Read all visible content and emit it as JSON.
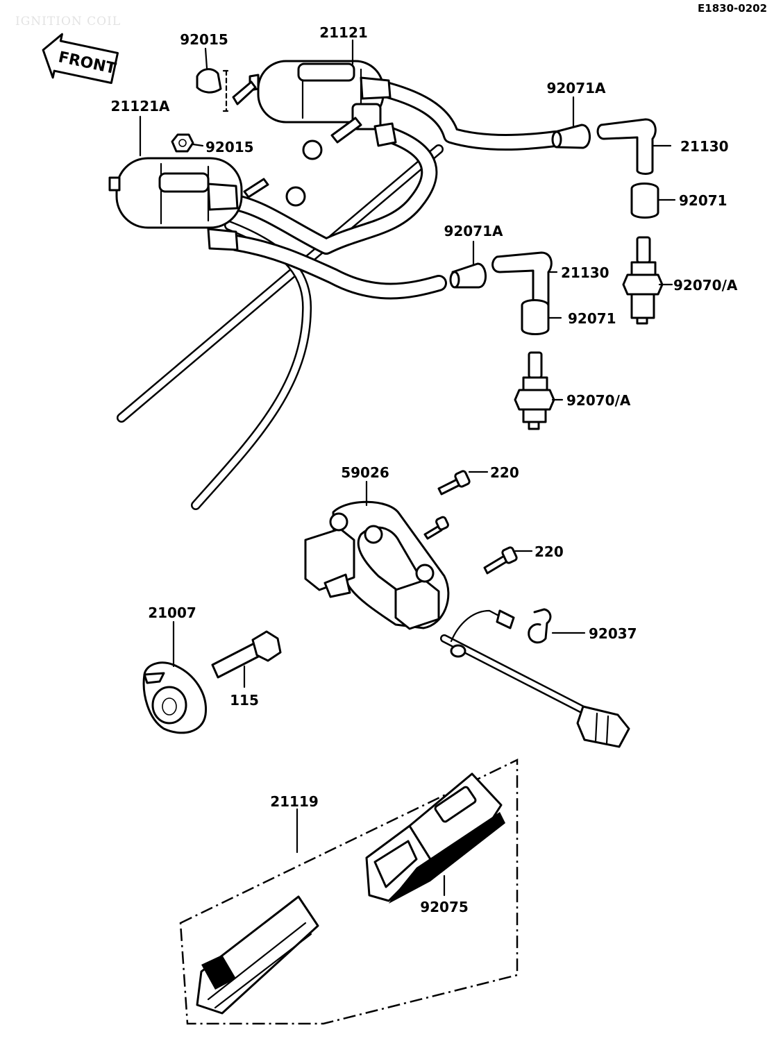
{
  "diagram": {
    "watermark": "IGNITION COIL",
    "diagram_code": "E1830-0202",
    "front_label": "FRONT",
    "parts": {
      "coil_rear": "21121",
      "coil_front": "21121A",
      "cap_nut_top": "92015",
      "cap_nut_left": "92015",
      "boot_upper": "92071A",
      "plug_cap_upper": "21130",
      "seal_upper": "92071",
      "plug_upper": "92070/A",
      "boot_lower": "92071A",
      "plug_cap_lower": "21130",
      "seal_lower": "92071",
      "plug_lower": "92070/A",
      "pickup_assembly": "59026",
      "screw_upper": "220",
      "screw_lower": "220",
      "timing_rotor": "21007",
      "bolt": "115",
      "clamp": "92037",
      "igniter": "21119",
      "damper": "92075"
    }
  }
}
